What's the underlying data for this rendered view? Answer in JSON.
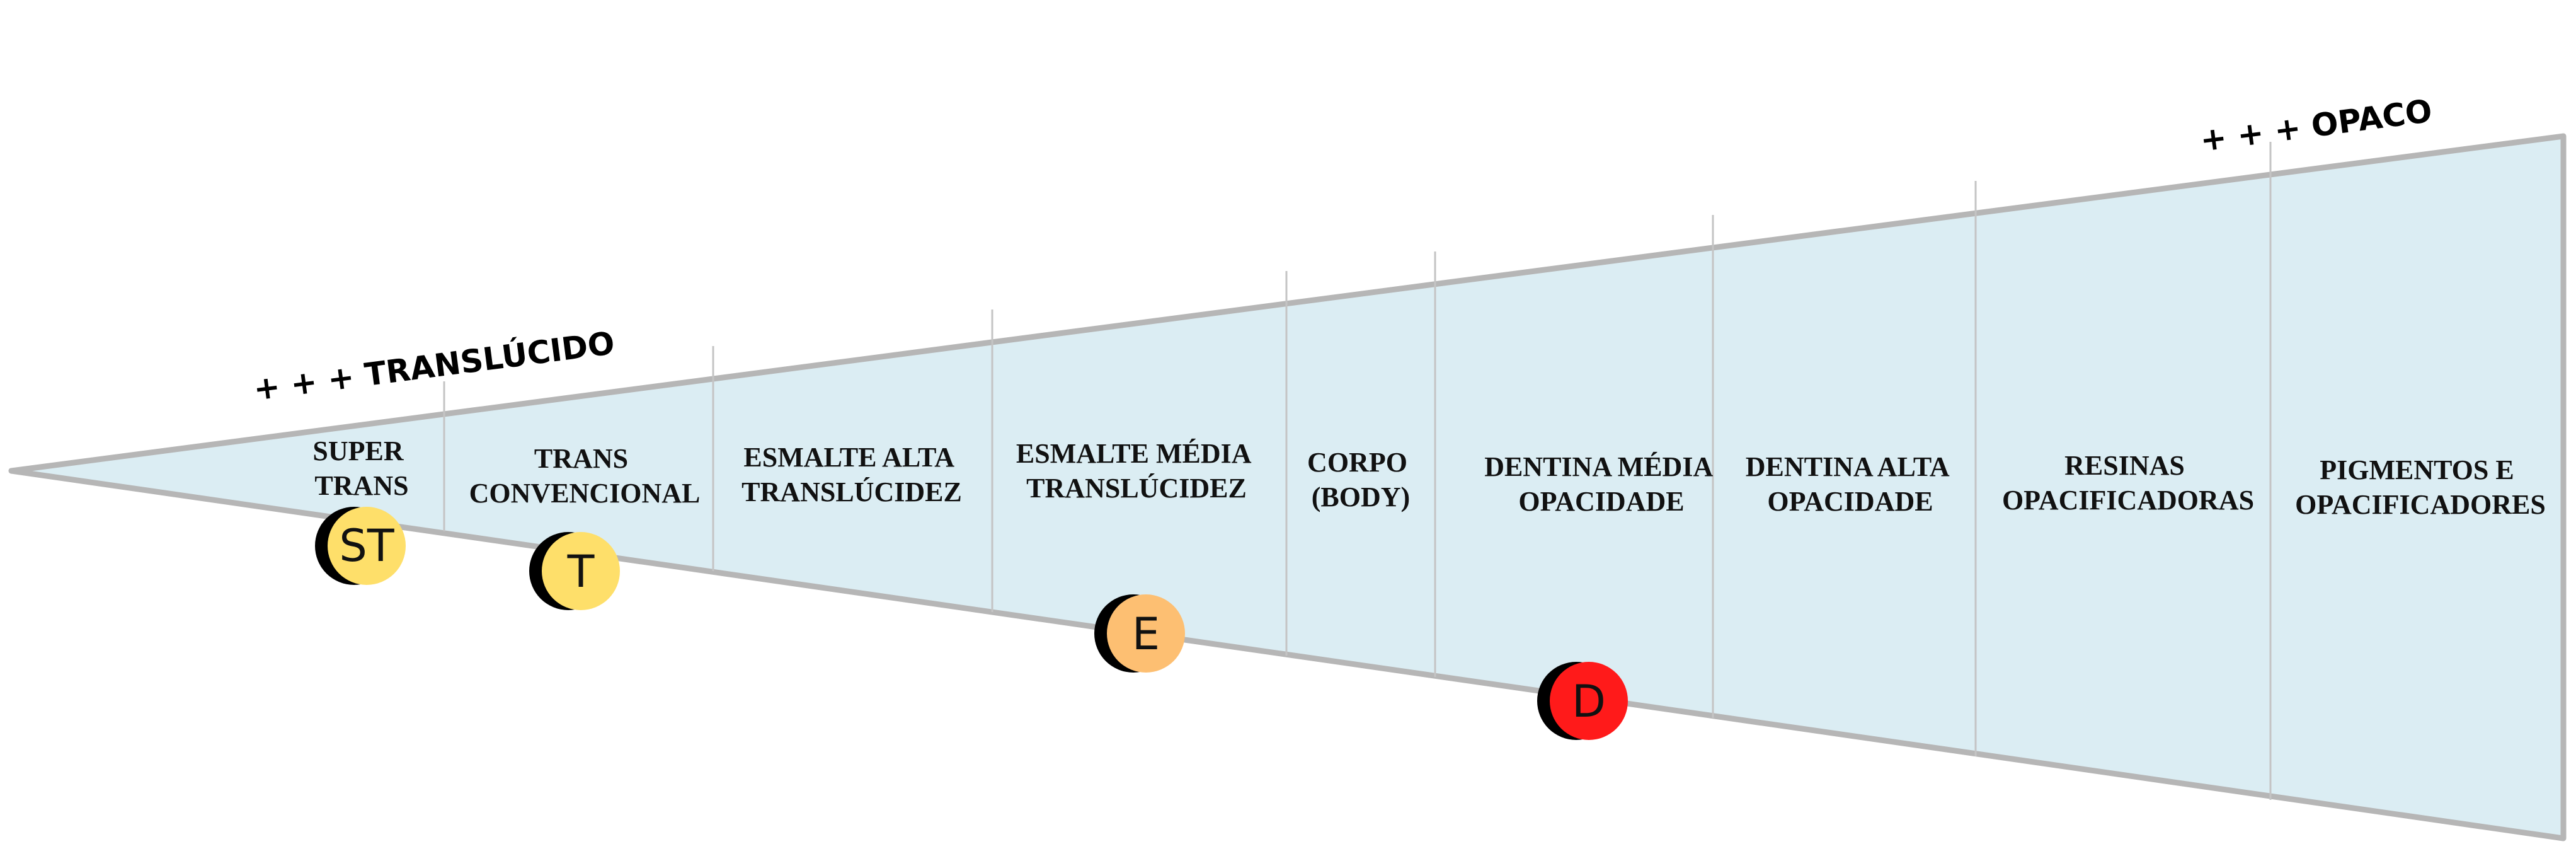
{
  "labels": {
    "left_end": "+ + + TRANSLÚCIDO",
    "right_end": "+ + + OPACO"
  },
  "segments": [
    {
      "line1": "SUPER",
      "line2": "TRANS"
    },
    {
      "line1": "TRANS",
      "line2": "CONVENCIONAL"
    },
    {
      "line1": "ESMALTE ALTA",
      "line2": "TRANSLÚCIDEZ"
    },
    {
      "line1": "ESMALTE MÉDIA",
      "line2": "TRANSLÚCIDEZ"
    },
    {
      "line1": "CORPO",
      "line2": "(BODY)"
    },
    {
      "line1": "DENTINA MÉDIA",
      "line2": "OPACIDADE"
    },
    {
      "line1": "DENTINA ALTA",
      "line2": "OPACIDADE"
    },
    {
      "line1": "RESINAS",
      "line2": "OPACIFICADORAS"
    },
    {
      "line1": "PIGMENTOS E",
      "line2": "OPACIFICADORES"
    }
  ],
  "markers": [
    {
      "label": "ST",
      "color": "#fedf6a"
    },
    {
      "label": "T",
      "color": "#fedf6a"
    },
    {
      "label": "E",
      "color": "#fdbf72"
    },
    {
      "label": "D",
      "color": "#ff1a1a"
    }
  ],
  "colors": {
    "wedge_fill": "#dbedf3",
    "wedge_stroke": "#b6b6b6",
    "divider": "#c4c4c4",
    "marker_shadow": "#000000"
  }
}
